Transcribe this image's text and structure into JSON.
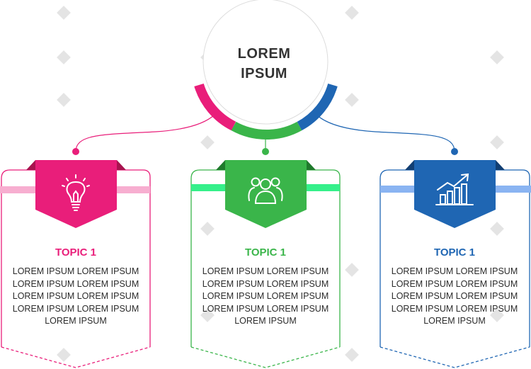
{
  "center": {
    "title_line1": "LOREM",
    "title_line2": "IPSUM"
  },
  "colors": {
    "pink": "#e91e7a",
    "green": "#3ab54a",
    "blue": "#1f66b3"
  },
  "cards": [
    {
      "color": "#e91e7a",
      "icon": "lightbulb-icon",
      "title": "TOPIC 1",
      "body": "LOREM IPSUM LOREM IPSUM LOREM IPSUM LOREM IPSUM LOREM IPSUM LOREM IPSUM LOREM IPSUM LOREM IPSUM LOREM IPSUM"
    },
    {
      "color": "#3ab54a",
      "icon": "team-icon",
      "title": "TOPIC 1",
      "body": "LOREM IPSUM LOREM IPSUM LOREM IPSUM LOREM IPSUM LOREM IPSUM LOREM IPSUM LOREM IPSUM LOREM IPSUM LOREM IPSUM"
    },
    {
      "color": "#1f66b3",
      "icon": "growth-chart-icon",
      "title": "TOPIC 1",
      "body": "LOREM IPSUM LOREM IPSUM LOREM IPSUM LOREM IPSUM LOREM IPSUM LOREM IPSUM LOREM IPSUM LOREM IPSUM LOREM IPSUM"
    }
  ]
}
